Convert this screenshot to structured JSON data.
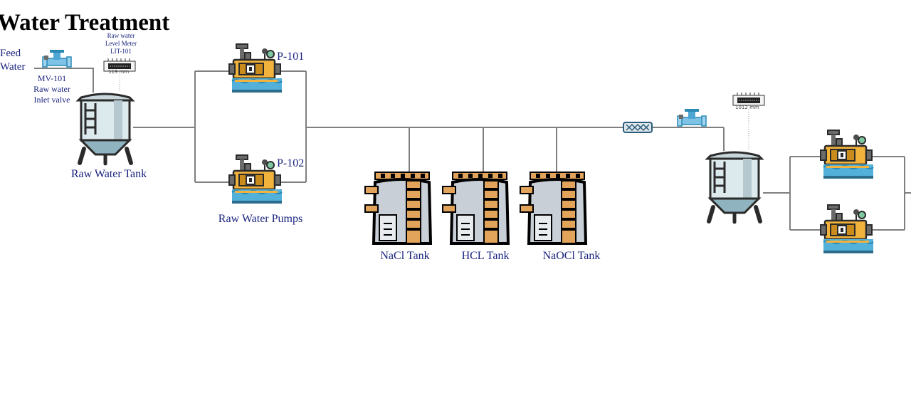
{
  "title": "Water Treatment",
  "feed_water": [
    "Feed",
    "Water"
  ],
  "valve_mv101": [
    "MV-101",
    "Raw water",
    "Inlet valve"
  ],
  "level_meter_lit101": [
    "Raw water",
    "Level Meter",
    "LIT-101"
  ],
  "lit101_reading": "519",
  "lit101_unit": "mm",
  "raw_tank_label": "Raw Water Tank",
  "pump_p101": "P-101",
  "pump_p102": "P-102",
  "pumps_label": "Raw Water Pumps",
  "chem_tanks": [
    "NaCl Tank",
    "HCL Tank",
    "NaOCl Tank"
  ],
  "level_meter2_reading": "1012",
  "level_meter2_unit": "mm",
  "colors": {
    "text": "#1a237e",
    "pipe": "#7f7f7f",
    "steel": "#c8d6db",
    "pump": "#f2b33d",
    "water": "#53b1d9",
    "brick": "#e2a35b"
  }
}
